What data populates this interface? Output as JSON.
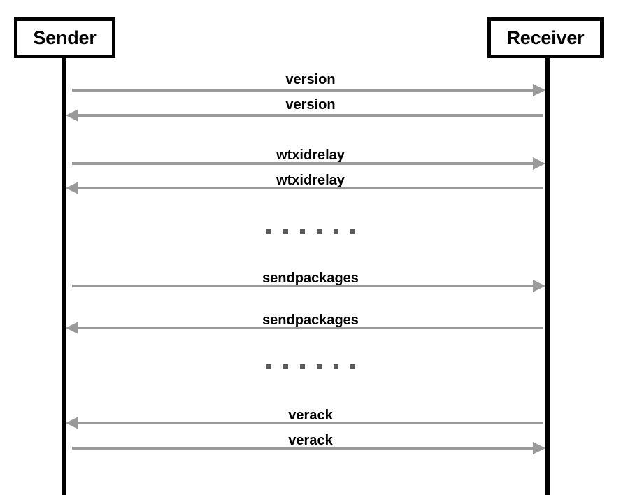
{
  "diagram": {
    "type": "sequence-diagram",
    "participants": [
      {
        "id": "sender",
        "label": "Sender"
      },
      {
        "id": "receiver",
        "label": "Receiver"
      }
    ],
    "messages": [
      {
        "label": "version",
        "from": "sender",
        "to": "receiver"
      },
      {
        "label": "version",
        "from": "receiver",
        "to": "sender"
      },
      {
        "label": "wtxidrelay",
        "from": "sender",
        "to": "receiver"
      },
      {
        "label": "wtxidrelay",
        "from": "receiver",
        "to": "sender"
      },
      {
        "label": "sendpackages",
        "from": "sender",
        "to": "receiver"
      },
      {
        "label": "sendpackages",
        "from": "receiver",
        "to": "sender"
      },
      {
        "label": "verack",
        "from": "receiver",
        "to": "sender"
      },
      {
        "label": "verack",
        "from": "sender",
        "to": "receiver"
      }
    ],
    "separators": [
      {
        "kind": "ellipsis",
        "dots": 6
      },
      {
        "kind": "ellipsis",
        "dots": 6
      }
    ],
    "colors": {
      "lifeline": "#000000",
      "box_border": "#000000",
      "box_fill": "#ffffff",
      "arrow": "#9a9a9a",
      "label_text": "#000000",
      "ellipsis_dot": "#595959",
      "background": "#ffffff"
    }
  }
}
